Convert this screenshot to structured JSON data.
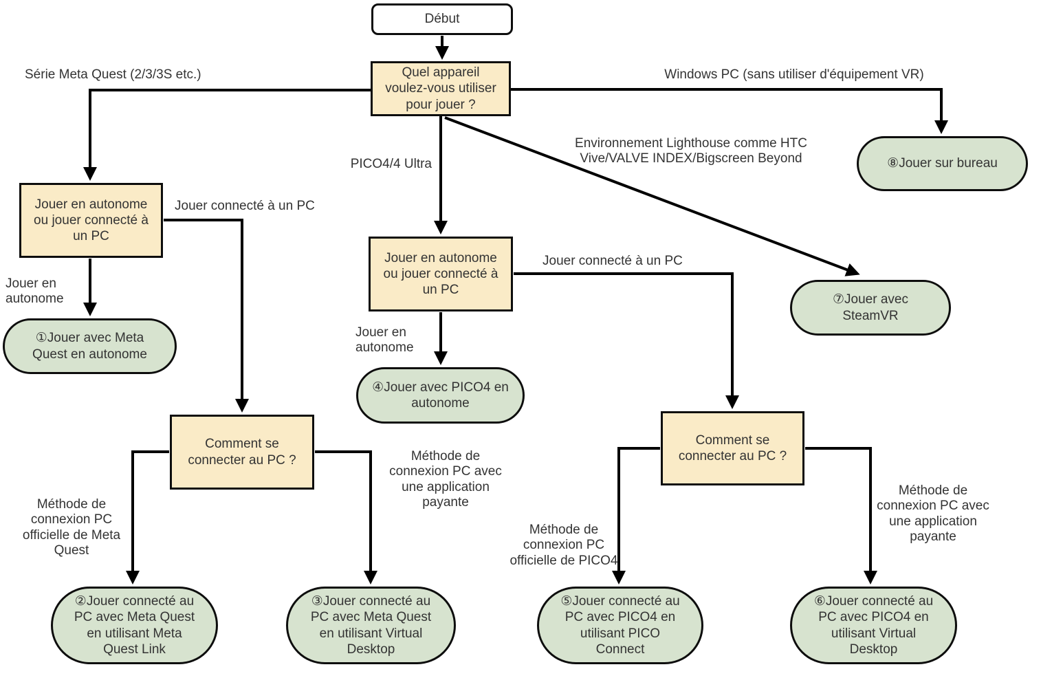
{
  "colors": {
    "process_fill": "#FAEBC7",
    "terminal_fill": "#D7E3CF",
    "start_fill": "#FFFFFF",
    "line": "#000000",
    "text": "#333333"
  },
  "nodes": {
    "start": {
      "label": "Début"
    },
    "question_device": {
      "label": "Quel appareil\nvoulez-vous utiliser\npour jouer ?"
    },
    "meta_mode": {
      "label": "Jouer en autonome\nou jouer connecté à\nun PC"
    },
    "pico_mode": {
      "label": "Jouer en autonome\nou jouer connecté à\nun PC"
    },
    "meta_how": {
      "label": "Comment se\nconnecter au PC ?"
    },
    "pico_how": {
      "label": "Comment se\nconnecter au PC ?"
    },
    "result1": {
      "label": "①Jouer avec Meta\nQuest en autonome"
    },
    "result2": {
      "label": "②Jouer connecté au\nPC avec Meta Quest\nen utilisant Meta\nQuest Link"
    },
    "result3": {
      "label": "③Jouer connecté au\nPC avec Meta Quest\nen utilisant Virtual\nDesktop"
    },
    "result4": {
      "label": "④Jouer avec PICO4 en\nautonome"
    },
    "result5": {
      "label": "⑤Jouer connecté au\nPC avec PICO4 en\nutilisant PICO\nConnect"
    },
    "result6": {
      "label": "⑥Jouer connecté au\nPC avec PICO4 en\nutilisant Virtual\nDesktop"
    },
    "result7": {
      "label": "⑦Jouer avec\nSteamVR"
    },
    "result8": {
      "label": "⑧Jouer sur bureau"
    }
  },
  "edge_labels": {
    "meta_series": "Série Meta Quest (2/3/3S etc.)",
    "windows_pc": "Windows PC (sans utiliser d'équipement VR)",
    "pico_device": "PICO4/4 Ultra",
    "lighthouse": "Environnement Lighthouse comme HTC\nVive/VALVE INDEX/Bigscreen Beyond",
    "meta_standalone": "Jouer en\nautonome",
    "meta_pc": "Jouer connecté à un PC",
    "pico_standalone": "Jouer en\nautonome",
    "pico_pc": "Jouer connecté à un PC",
    "meta_official": "Méthode de\nconnexion PC\nofficielle de Meta\nQuest",
    "meta_paid": "Méthode de\nconnexion PC avec\nune application\npayante",
    "pico_official": "Méthode de\nconnexion PC\nofficielle de PICO4",
    "pico_paid": "Méthode de\nconnexion PC avec\nune application\npayante"
  }
}
